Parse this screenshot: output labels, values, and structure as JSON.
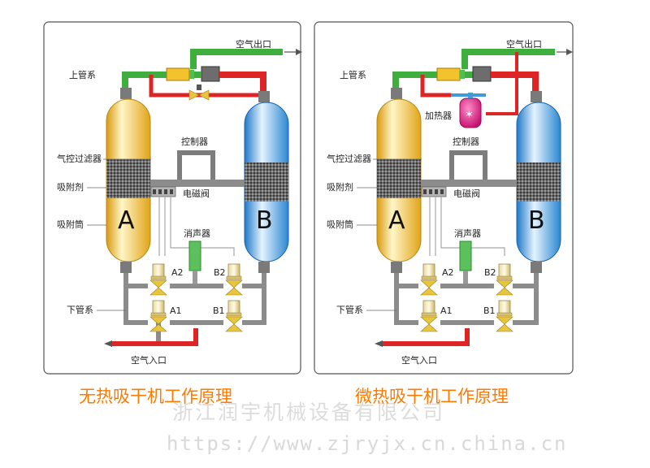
{
  "colors": {
    "inlet_pipe": "#dd2525",
    "outlet_pipe": "#3fae3f",
    "lower_pipe": "#8c8c8c",
    "vessel_a": "#f4c22c",
    "vessel_b": "#3f9bde",
    "heater": "#e0248a"
  },
  "panels": [
    {
      "caption": "无热吸干机工作原理",
      "labels": {
        "outlet": "空气出口",
        "upper_pipes": "上管系",
        "filter": "气控过滤器",
        "adsorbent": "吸附剂",
        "cylinder": "吸附筒",
        "controller": "控制器",
        "solenoid": "电磁阀",
        "muffler": "消声器",
        "lower_pipes": "下管系",
        "inlet": "空气入口",
        "vessel_a": "A",
        "vessel_b": "B",
        "valve_a2": "A2",
        "valve_b2": "B2",
        "valve_a1": "A1",
        "valve_b1": "B1"
      }
    },
    {
      "caption": "微热吸干机工作原理",
      "labels": {
        "outlet": "空气出口",
        "upper_pipes": "上管系",
        "heater": "加热器",
        "filter": "气控过滤器",
        "adsorbent": "吸附剂",
        "cylinder": "吸附筒",
        "controller": "控制器",
        "solenoid": "电磁阀",
        "muffler": "消声器",
        "lower_pipes": "下管系",
        "inlet": "空气入口",
        "vessel_a": "A",
        "vessel_b": "B",
        "valve_a2": "A2",
        "valve_b2": "B2",
        "valve_a1": "A1",
        "valve_b1": "B1"
      }
    }
  ],
  "watermark": {
    "company": "浙江润宇机械设备有限公司",
    "url": "https://www.zjryjx.cn.china.cn"
  }
}
